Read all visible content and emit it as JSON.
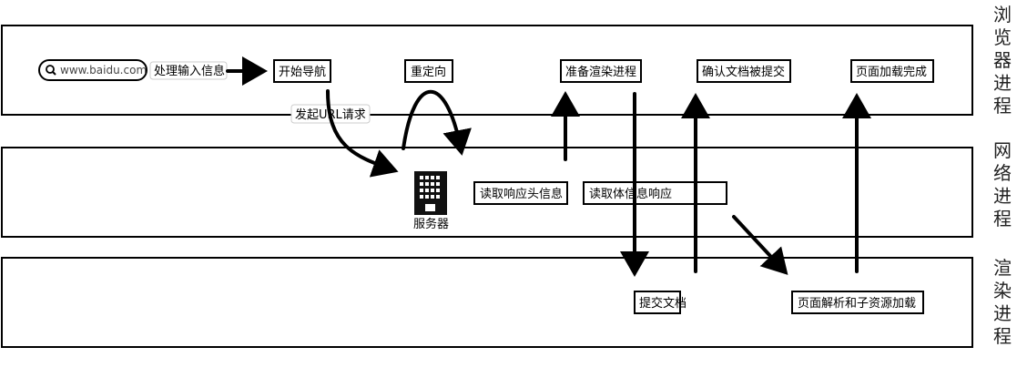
{
  "lanes": {
    "browser": "浏览器进程",
    "network": "网络进程",
    "renderer": "渲染进程"
  },
  "url_pill": {
    "text": "www.baidu.com",
    "icon": "search-icon"
  },
  "nodes": {
    "process_input": "处理输入信息",
    "start_nav": "开始导航",
    "redirect": "重定向",
    "prepare_render": "准备渲染进程",
    "confirm_commit": "确认文档被提交",
    "page_loaded": "页面加载完成",
    "url_request": "发起URL请求",
    "server": "服务器",
    "read_headers": "读取响应头信息",
    "read_body": "读取体信息响应",
    "commit_doc": "提交文档",
    "parse_page": "页面解析和子资源加载"
  },
  "colors": {
    "stroke": "#000000",
    "background": "#ffffff"
  }
}
